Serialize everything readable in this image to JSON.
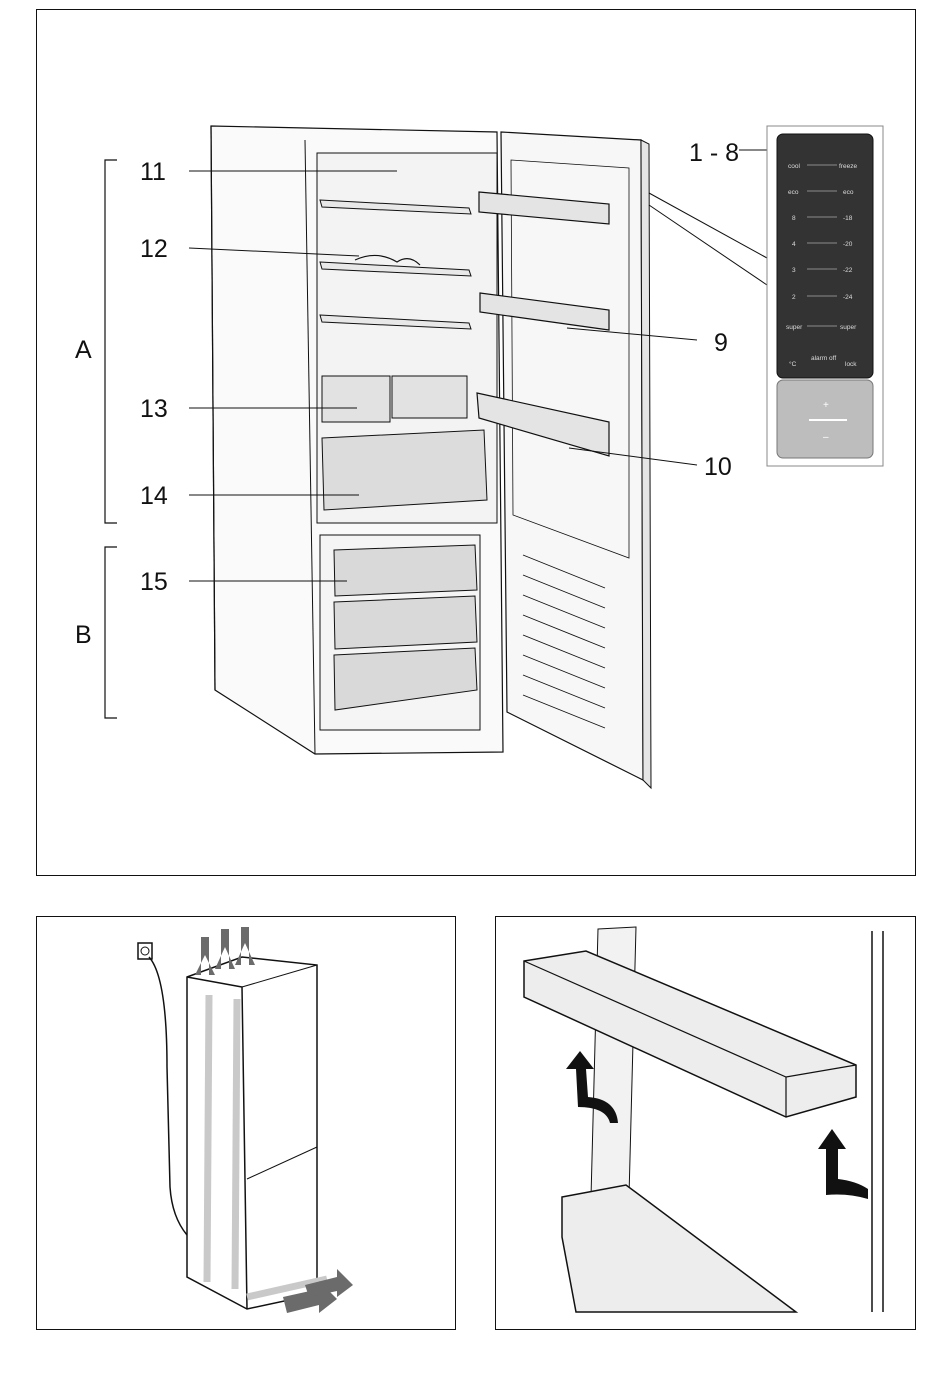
{
  "figure": {
    "callouts": {
      "c1_8": "1 - 8",
      "c9": "9",
      "c10": "10",
      "c11": "11",
      "c12": "12",
      "c13": "13",
      "c14": "14",
      "c15": "15"
    },
    "zones": {
      "a": "A",
      "b": "B"
    },
    "control_panel": {
      "left_labels": [
        "cool",
        "eco",
        "8",
        "4",
        "3",
        "2",
        "super"
      ],
      "right_labels": [
        "freeze",
        "eco",
        "-18",
        "-20",
        "-22",
        "-24",
        "super"
      ],
      "bottom_labels": [
        "°C",
        "alarm off",
        "lock"
      ],
      "plus": "+",
      "minus": "–"
    }
  },
  "colors": {
    "line": "#111111",
    "shade": "#9a9a9a",
    "arrow_dark": "#6b6b6b",
    "arrow_light": "#c9c9c9"
  },
  "icons": [
    "fridge-freezer-illustration",
    "control-panel",
    "power-socket-icon",
    "air-flow-arrow-icon",
    "door-shelf-illustration",
    "lift-arrow-icon"
  ]
}
